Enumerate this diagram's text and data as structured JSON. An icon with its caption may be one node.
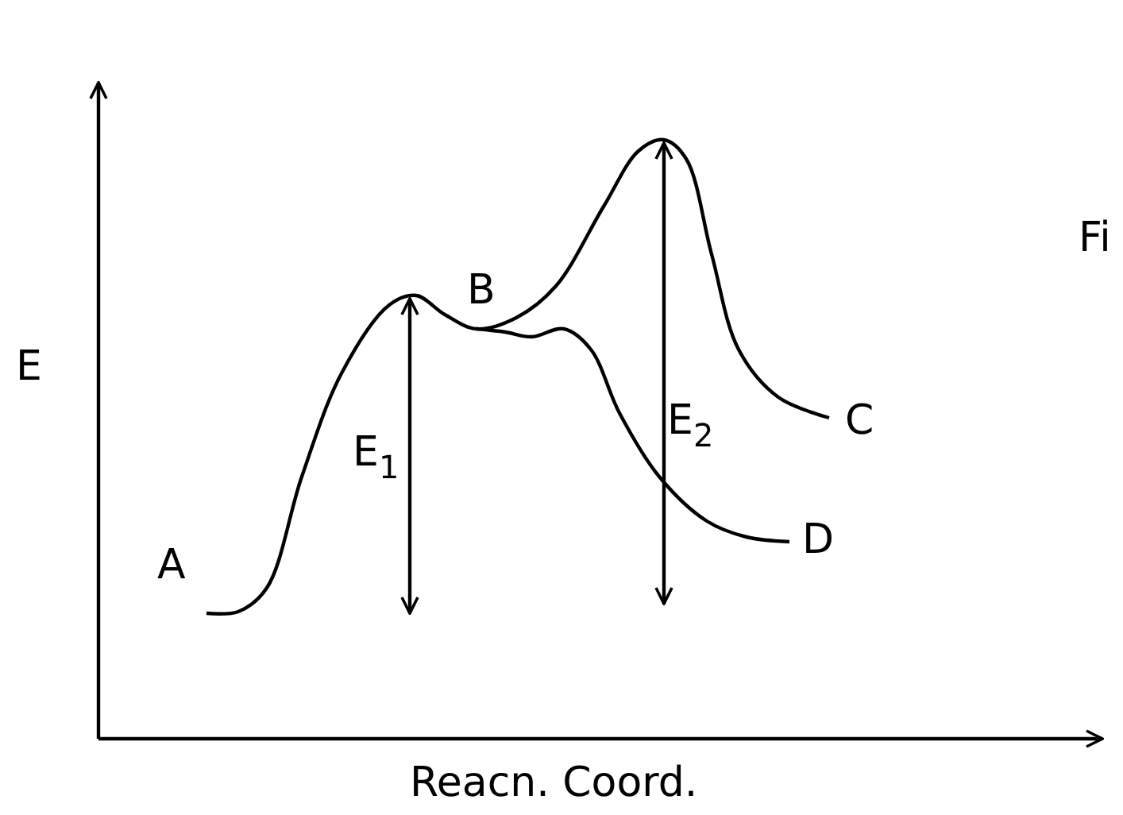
{
  "diagram": {
    "labels": [
      "Fi",
      "B",
      "E",
      "E$_{2}$",
      "C",
      "E$_{1}$",
      "D",
      "A",
      "Reacn. Coord."
    ]
  }
}
